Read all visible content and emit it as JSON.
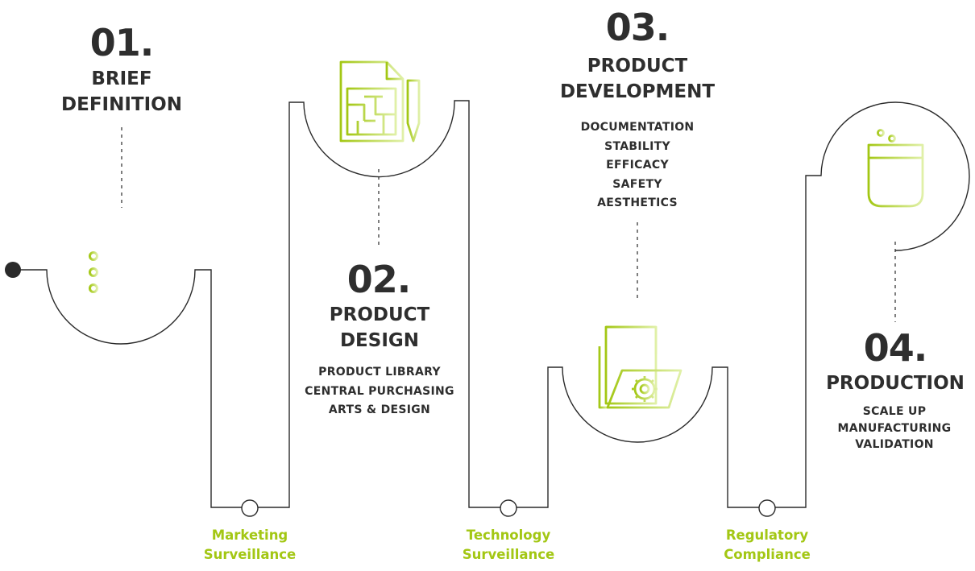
{
  "steps": [
    {
      "number": "01.",
      "title_lines": [
        "BRIEF",
        "DEFINITION"
      ],
      "items": [],
      "icon": "checklist-icon"
    },
    {
      "number": "02.",
      "title_lines": [
        "PRODUCT",
        "DESIGN"
      ],
      "items": [
        "PRODUCT LIBRARY",
        "CENTRAL PURCHASING",
        "ARTS & DESIGN"
      ],
      "icon": "blueprint-pencil-icon"
    },
    {
      "number": "03.",
      "title_lines": [
        "PRODUCT",
        "DEVELOPMENT"
      ],
      "items": [
        "DOCUMENTATION",
        "STABILITY",
        "EFFICACY",
        "SAFETY",
        "AESTHETICS"
      ],
      "icon": "folder-gear-icon"
    },
    {
      "number": "04.",
      "title_lines": [
        "PRODUCTION"
      ],
      "items": [
        "SCALE UP",
        "MANUFACTURING",
        "VALIDATION"
      ],
      "icon": "production-tank-icon"
    }
  ],
  "surveillance": [
    {
      "lines": [
        "Marketing",
        "Surveillance"
      ]
    },
    {
      "lines": [
        "Technology",
        "Surveillance"
      ]
    },
    {
      "lines": [
        "Regulatory",
        "Compliance"
      ]
    }
  ],
  "colors": {
    "accent": "#a3c714",
    "accent_light": "#dcef9a",
    "text": "#2e2e2e",
    "line": "#2a2a2a"
  }
}
